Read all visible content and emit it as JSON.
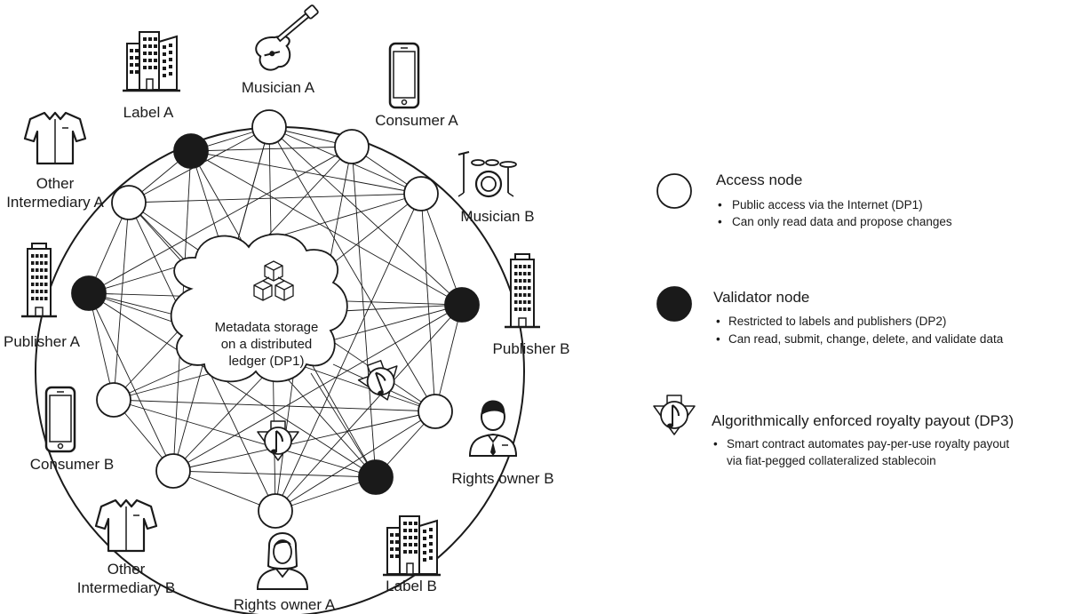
{
  "actors": {
    "musician_a": "Musician A",
    "label_a": "Label A",
    "consumer_a": "Consumer A",
    "other_intermediary_a": [
      "Other",
      "Intermediary A"
    ],
    "musician_b": "Musician B",
    "publisher_a": "Publisher A",
    "publisher_b": "Publisher B",
    "consumer_b": "Consumer B",
    "rights_owner_b": "Rights owner B",
    "other_intermediary_b": [
      "Other",
      "Intermediary B"
    ],
    "label_b": "Label B",
    "rights_owner_a": "Rights owner A"
  },
  "cloud_text": [
    "Metadata storage",
    "on a distributed",
    "ledger (DP1)"
  ],
  "legend": {
    "access": {
      "title": "Access node",
      "bullets": [
        "Public access via the Internet (DP1)",
        "Can only read data and propose changes"
      ]
    },
    "validator": {
      "title": "Validator node",
      "bullets": [
        "Restricted to labels and publishers (DP2)",
        "Can read, submit, change, delete, and validate data"
      ]
    },
    "royalty": {
      "title": "Algorithmically enforced royalty payout (DP3)",
      "bullets": [
        "Smart contract automates pay-per-use royalty payout",
        "via fiat-pegged collateralized stablecoin"
      ]
    }
  },
  "colors": {
    "stroke": "#1a1a1a",
    "validator_fill": "#1a1a1a",
    "access_fill": "#ffffff"
  }
}
